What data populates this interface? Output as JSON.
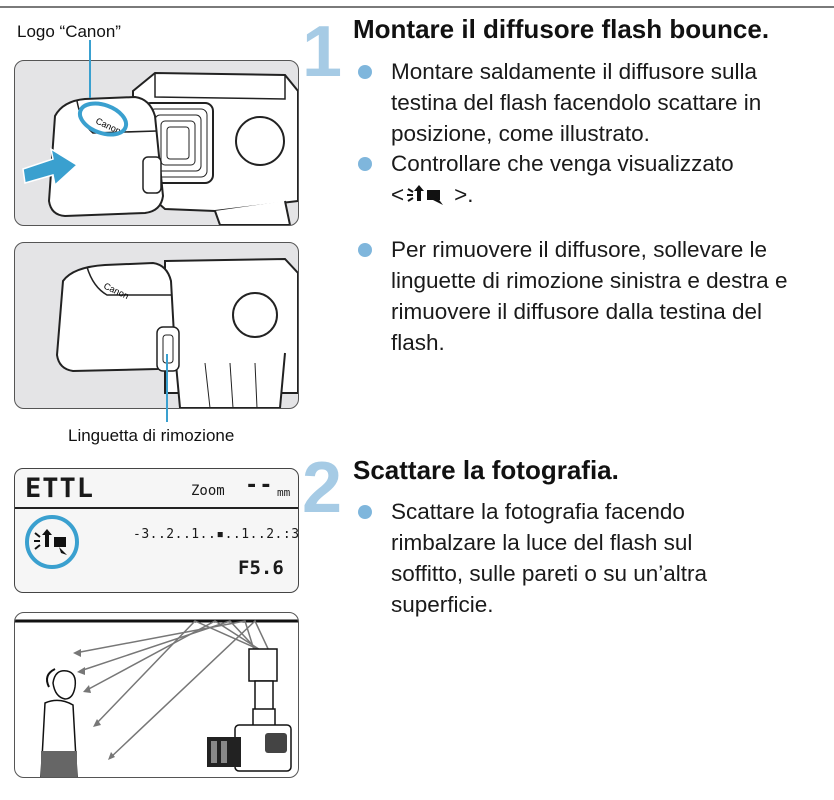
{
  "figure": {
    "callout_logo": "Logo “Canon”",
    "callout_tab": "Linguetta di rimozione",
    "diffuser_logo_text": "Canon",
    "lcd": {
      "mode": "ETTL",
      "zoom_label": "Zoom",
      "zoom_value": "--",
      "zoom_unit": "mm",
      "exposure_scale": "-3..2..1..▪..1..2.:3",
      "aperture": "F5.6"
    }
  },
  "steps": [
    {
      "number": "1",
      "title": "Montare il diffusore flash bounce.",
      "bullets": [
        "Montare saldamente il diffusore sulla testina del flash facendolo scattare in posizione, come illustrato.",
        "Controllare che venga visualizzato",
        "Per rimuovere il diffusore, sollevare le linguette di rimozione sinistra e destra e rimuovere il diffusore dalla testina del flash."
      ],
      "symbol_open": "<",
      "symbol_close": ">."
    },
    {
      "number": "2",
      "title": "Scattare la fotografia.",
      "bullets": [
        "Scattare la fotografia facendo rimbalzare la luce del flash sul soffitto, sulle pareti o su un’altra superficie."
      ]
    }
  ],
  "colors": {
    "accent_blue": "#7fb6dc",
    "step_number_blue": "#a6cbe5",
    "highlight_ring": "#3aa0cf"
  },
  "icons": [
    "bounce-diffuser-icon",
    "bullet-dot-icon"
  ]
}
